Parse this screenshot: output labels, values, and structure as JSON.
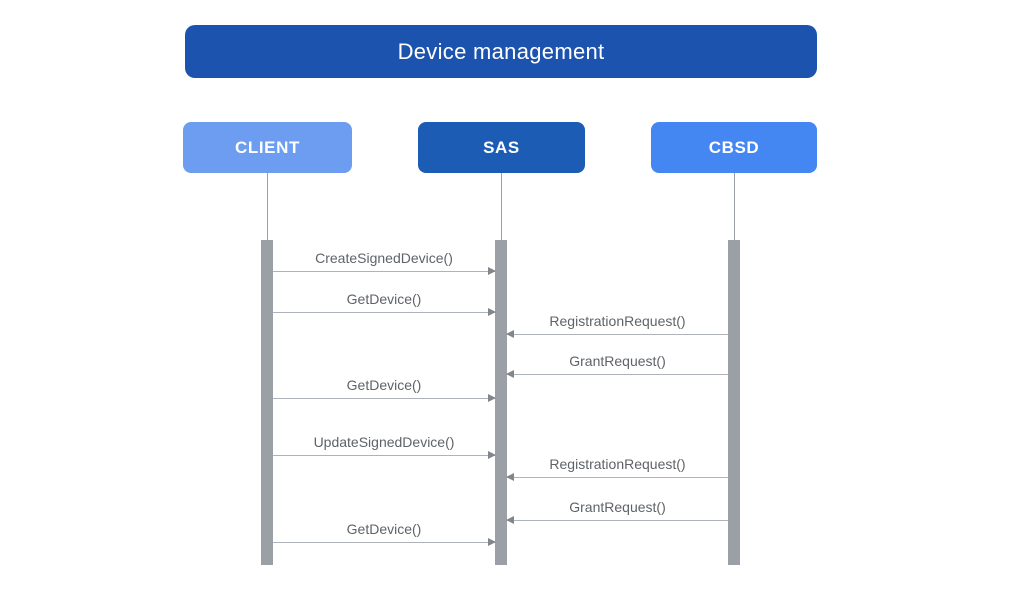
{
  "diagram": {
    "type": "sequence",
    "title": "Device management",
    "participants": [
      {
        "label": "CLIENT",
        "color": "#6C9DF0"
      },
      {
        "label": "SAS",
        "color": "#1D5CB5"
      },
      {
        "label": "CBSD",
        "color": "#4587F2"
      }
    ],
    "messages": [
      {
        "label": "CreateSignedDevice()",
        "from": "CLIENT",
        "to": "SAS"
      },
      {
        "label": "GetDevice()",
        "from": "CLIENT",
        "to": "SAS"
      },
      {
        "label": "RegistrationRequest()",
        "from": "CBSD",
        "to": "SAS"
      },
      {
        "label": "GrantRequest()",
        "from": "CBSD",
        "to": "SAS"
      },
      {
        "label": "GetDevice()",
        "from": "CLIENT",
        "to": "SAS"
      },
      {
        "label": "UpdateSignedDevice()",
        "from": "CLIENT",
        "to": "SAS"
      },
      {
        "label": "RegistrationRequest()",
        "from": "CBSD",
        "to": "SAS"
      },
      {
        "label": "GrantRequest()",
        "from": "CBSD",
        "to": "SAS"
      },
      {
        "label": "GetDevice()",
        "from": "CLIENT",
        "to": "SAS"
      }
    ],
    "colors": {
      "background": "#FFFFFF",
      "title_bg": "#1B53AE",
      "title_text": "#FFFFFF",
      "participant_text": "#FFFFFF",
      "lifeline": "#9AA0A6",
      "activation_bar": "#9AA0A6",
      "arrow_line": "#AEB3B9",
      "arrow_head": "#80868C",
      "message_text": "#5F6368"
    }
  }
}
